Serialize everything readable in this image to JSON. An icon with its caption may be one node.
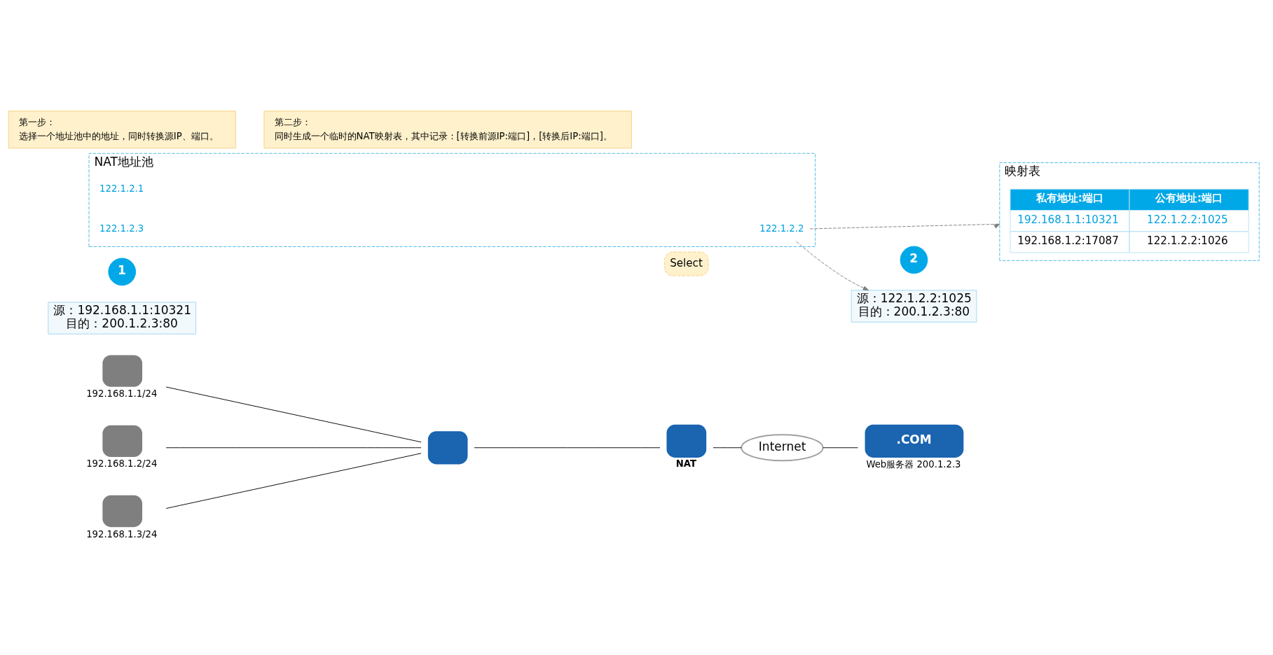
{
  "diagram": {
    "nodes": [
      {
        "text": [],
        "shape": "box",
        "beside": [
          "192.168.1.1/24"
        ]
      },
      {
        "text": [],
        "shape": "box",
        "beside": [
          "192.168.1.2/24"
        ]
      },
      {
        "text": [],
        "shape": "box",
        "beside": [
          "192.168.1.3/24"
        ]
      },
      {
        "text": [],
        "shape": "box"
      },
      {
        "text": [],
        "shape": "box",
        "beside": [
          "NAT"
        ]
      },
      {
        "text": [
          "Internet"
        ]
      },
      {
        "text": [
          ".COM"
        ],
        "beside": [
          "Web服务器 200.1.2.3"
        ]
      },
      {
        "text": [
          "1"
        ]
      },
      {
        "text": [
          "源：192.168.1.1:10321",
          "目的：200.1.2.3:80"
        ]
      },
      {
        "text": [
          "NAT地址池"
        ]
      },
      {
        "text": [
          "122.1.2.1"
        ],
        "in": 9
      },
      {
        "text": [
          "Select"
        ]
      },
      {
        "text": [
          "122.1.2.2"
        ],
        "in": 9
      },
      {
        "text": [
          "122.1.2.3"
        ],
        "in": 9
      },
      {
        "text": [
          "第一步：",
          "选择一个地址池中的地址，同时转换源IP、端口。"
        ]
      },
      {
        "text": [
          "2"
        ]
      },
      {
        "text": [
          "源：122.1.2.2:1025",
          "目的：200.1.2.3:80"
        ]
      },
      {
        "text": [
          "第二步：",
          "同时生成一个临时的NAT映射表，其中记录：[转换前源IP:端口]，[转换后IP:端口]。"
        ]
      },
      {
        "text": [
          "映射表"
        ]
      }
    ],
    "edges": [
      {
        "from": 0,
        "to": 3,
        "arrow": "none"
      },
      {
        "from": 1,
        "to": 3,
        "arrow": "none"
      },
      {
        "from": 2,
        "to": 3,
        "arrow": "none"
      },
      {
        "from": 3,
        "to": 4,
        "arrow": "none"
      },
      {
        "from": 4,
        "to": 5,
        "arrow": "none"
      },
      {
        "from": 5,
        "to": 6,
        "arrow": "none"
      },
      {
        "from": 12,
        "to": 16,
        "arrow": "to",
        "style": "dashed",
        "color": "#808080"
      },
      {
        "from": 12,
        "to": 18,
        "arrow": "to",
        "style": "dashed",
        "color": "#808080"
      }
    ],
    "labels": [
      "私有地址:端口",
      "公有地址:端口",
      "192.168.1.1:10321",
      "122.1.2.2:1025",
      "192.168.1.2:17087",
      "122.1.2.2:1026"
    ]
  }
}
